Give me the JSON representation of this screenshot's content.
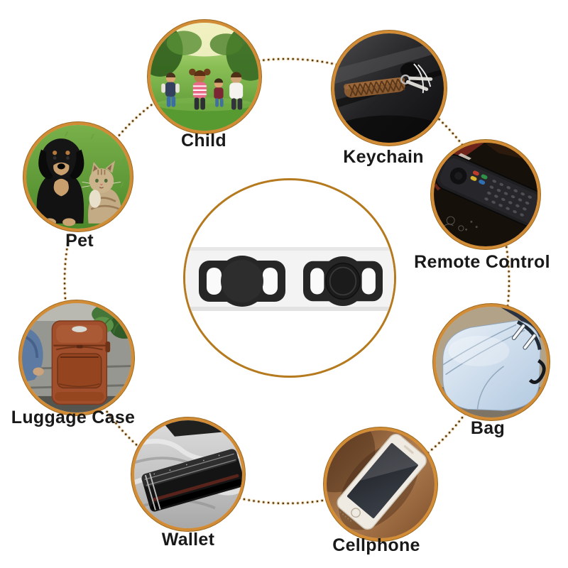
{
  "nodes": [
    {
      "id": "child",
      "label": "Child",
      "photo": "children-running-in-grass-photo"
    },
    {
      "id": "keychain",
      "label": "Keychain",
      "photo": "keys-with-leather-strap-photo"
    },
    {
      "id": "remote-control",
      "label": "Remote Control",
      "photo": "tv-remote-control-photo"
    },
    {
      "id": "bag",
      "label": "Bag",
      "photo": "light-blue-backpack-photo"
    },
    {
      "id": "cellphone",
      "label": "Cellphone",
      "photo": "white-smartphone-photo"
    },
    {
      "id": "wallet",
      "label": "Wallet",
      "photo": "black-leather-wallet-photo"
    },
    {
      "id": "luggage-case",
      "label": "Luggage Case",
      "photo": "red-brown-suitcase-photo"
    },
    {
      "id": "pet",
      "label": "Pet",
      "photo": "dog-and-cat-photo"
    }
  ],
  "center": {
    "product_left": "airtag-silicone-holder-empty",
    "product_right": "airtag-silicone-holder-with-tracker"
  },
  "colors": {
    "background": "#ffffff",
    "circle_border_orange": "#d28c35",
    "center_circle_border": "#b5791e",
    "dotted_ring_dot": "#43300f",
    "dotted_ring_halo": "#d79f4f",
    "label_text": "#191919",
    "product_black": "#262626"
  }
}
